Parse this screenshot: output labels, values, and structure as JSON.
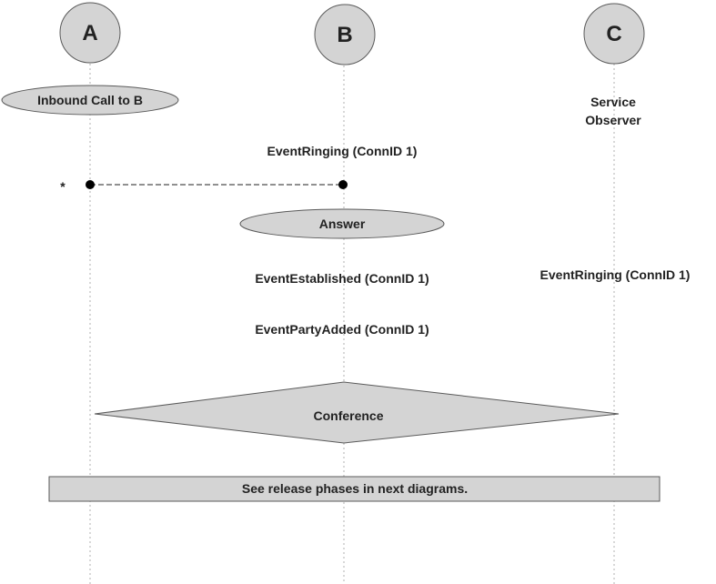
{
  "colors": {
    "shape_fill": "#d4d4d4",
    "shape_stroke": "#5a5a5a",
    "text": "#222222",
    "lifeline": "#b0b0b0"
  },
  "participants": [
    {
      "id": "A",
      "label": "A"
    },
    {
      "id": "B",
      "label": "B"
    },
    {
      "id": "C",
      "label": "C"
    }
  ],
  "service_observer": {
    "line1": "Service",
    "line2": "Observer"
  },
  "states": {
    "inbound_call": "Inbound Call to B",
    "answer": "Answer",
    "conference": "Conference"
  },
  "events": {
    "b_ringing": "EventRinging (ConnID 1)",
    "b_established": "EventEstablished (ConnID 1)",
    "b_party_added": "EventPartyAdded (ConnID 1)",
    "c_ringing": "EventRinging (ConnID 1)"
  },
  "connection": {
    "marker": "*"
  },
  "footer": {
    "note": "See release phases in next diagrams."
  }
}
